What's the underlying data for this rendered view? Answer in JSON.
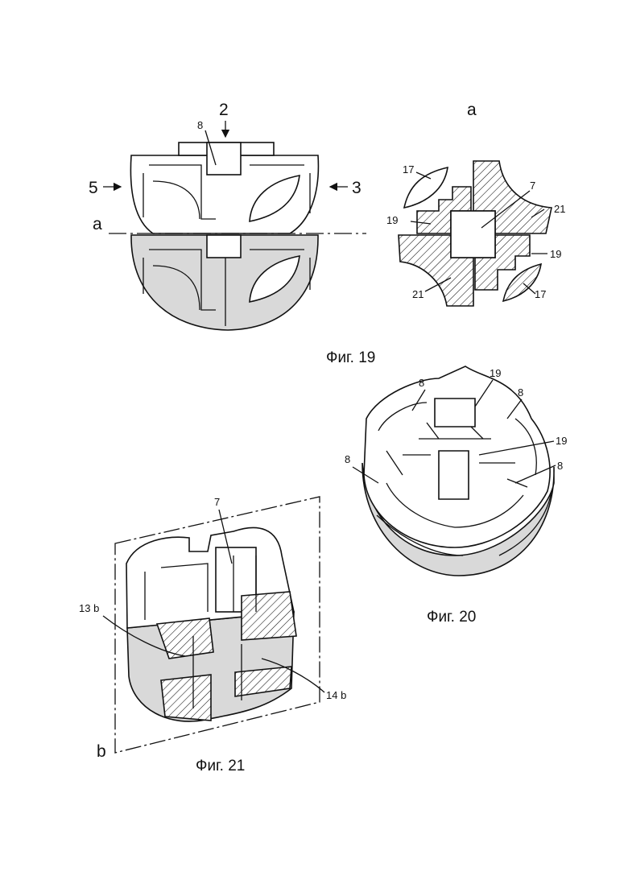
{
  "figures": {
    "fig19": {
      "caption": "Фиг. 19",
      "labels": {
        "ref_2": "2",
        "ref_8": "8",
        "ref_5": "5",
        "ref_3": "3",
        "section_a_left": "a",
        "section_a_top": "a",
        "ref_17_top": "17",
        "ref_7": "7",
        "ref_21_right": "21",
        "ref_19_left": "19",
        "ref_19_right": "19",
        "ref_21_bottom": "21",
        "ref_17_bottom": "17"
      }
    },
    "fig20": {
      "caption": "Фиг. 20",
      "labels": {
        "ref_8_top": "8",
        "ref_19_top": "19",
        "ref_8_right": "8",
        "ref_19_right": "19",
        "ref_8_left": "8",
        "ref_8_bottom_right": "8"
      }
    },
    "fig21": {
      "caption": "Фиг. 21",
      "labels": {
        "ref_7": "7",
        "ref_13b": "13 b",
        "ref_14b": "14 b",
        "section_b": "b"
      }
    }
  }
}
